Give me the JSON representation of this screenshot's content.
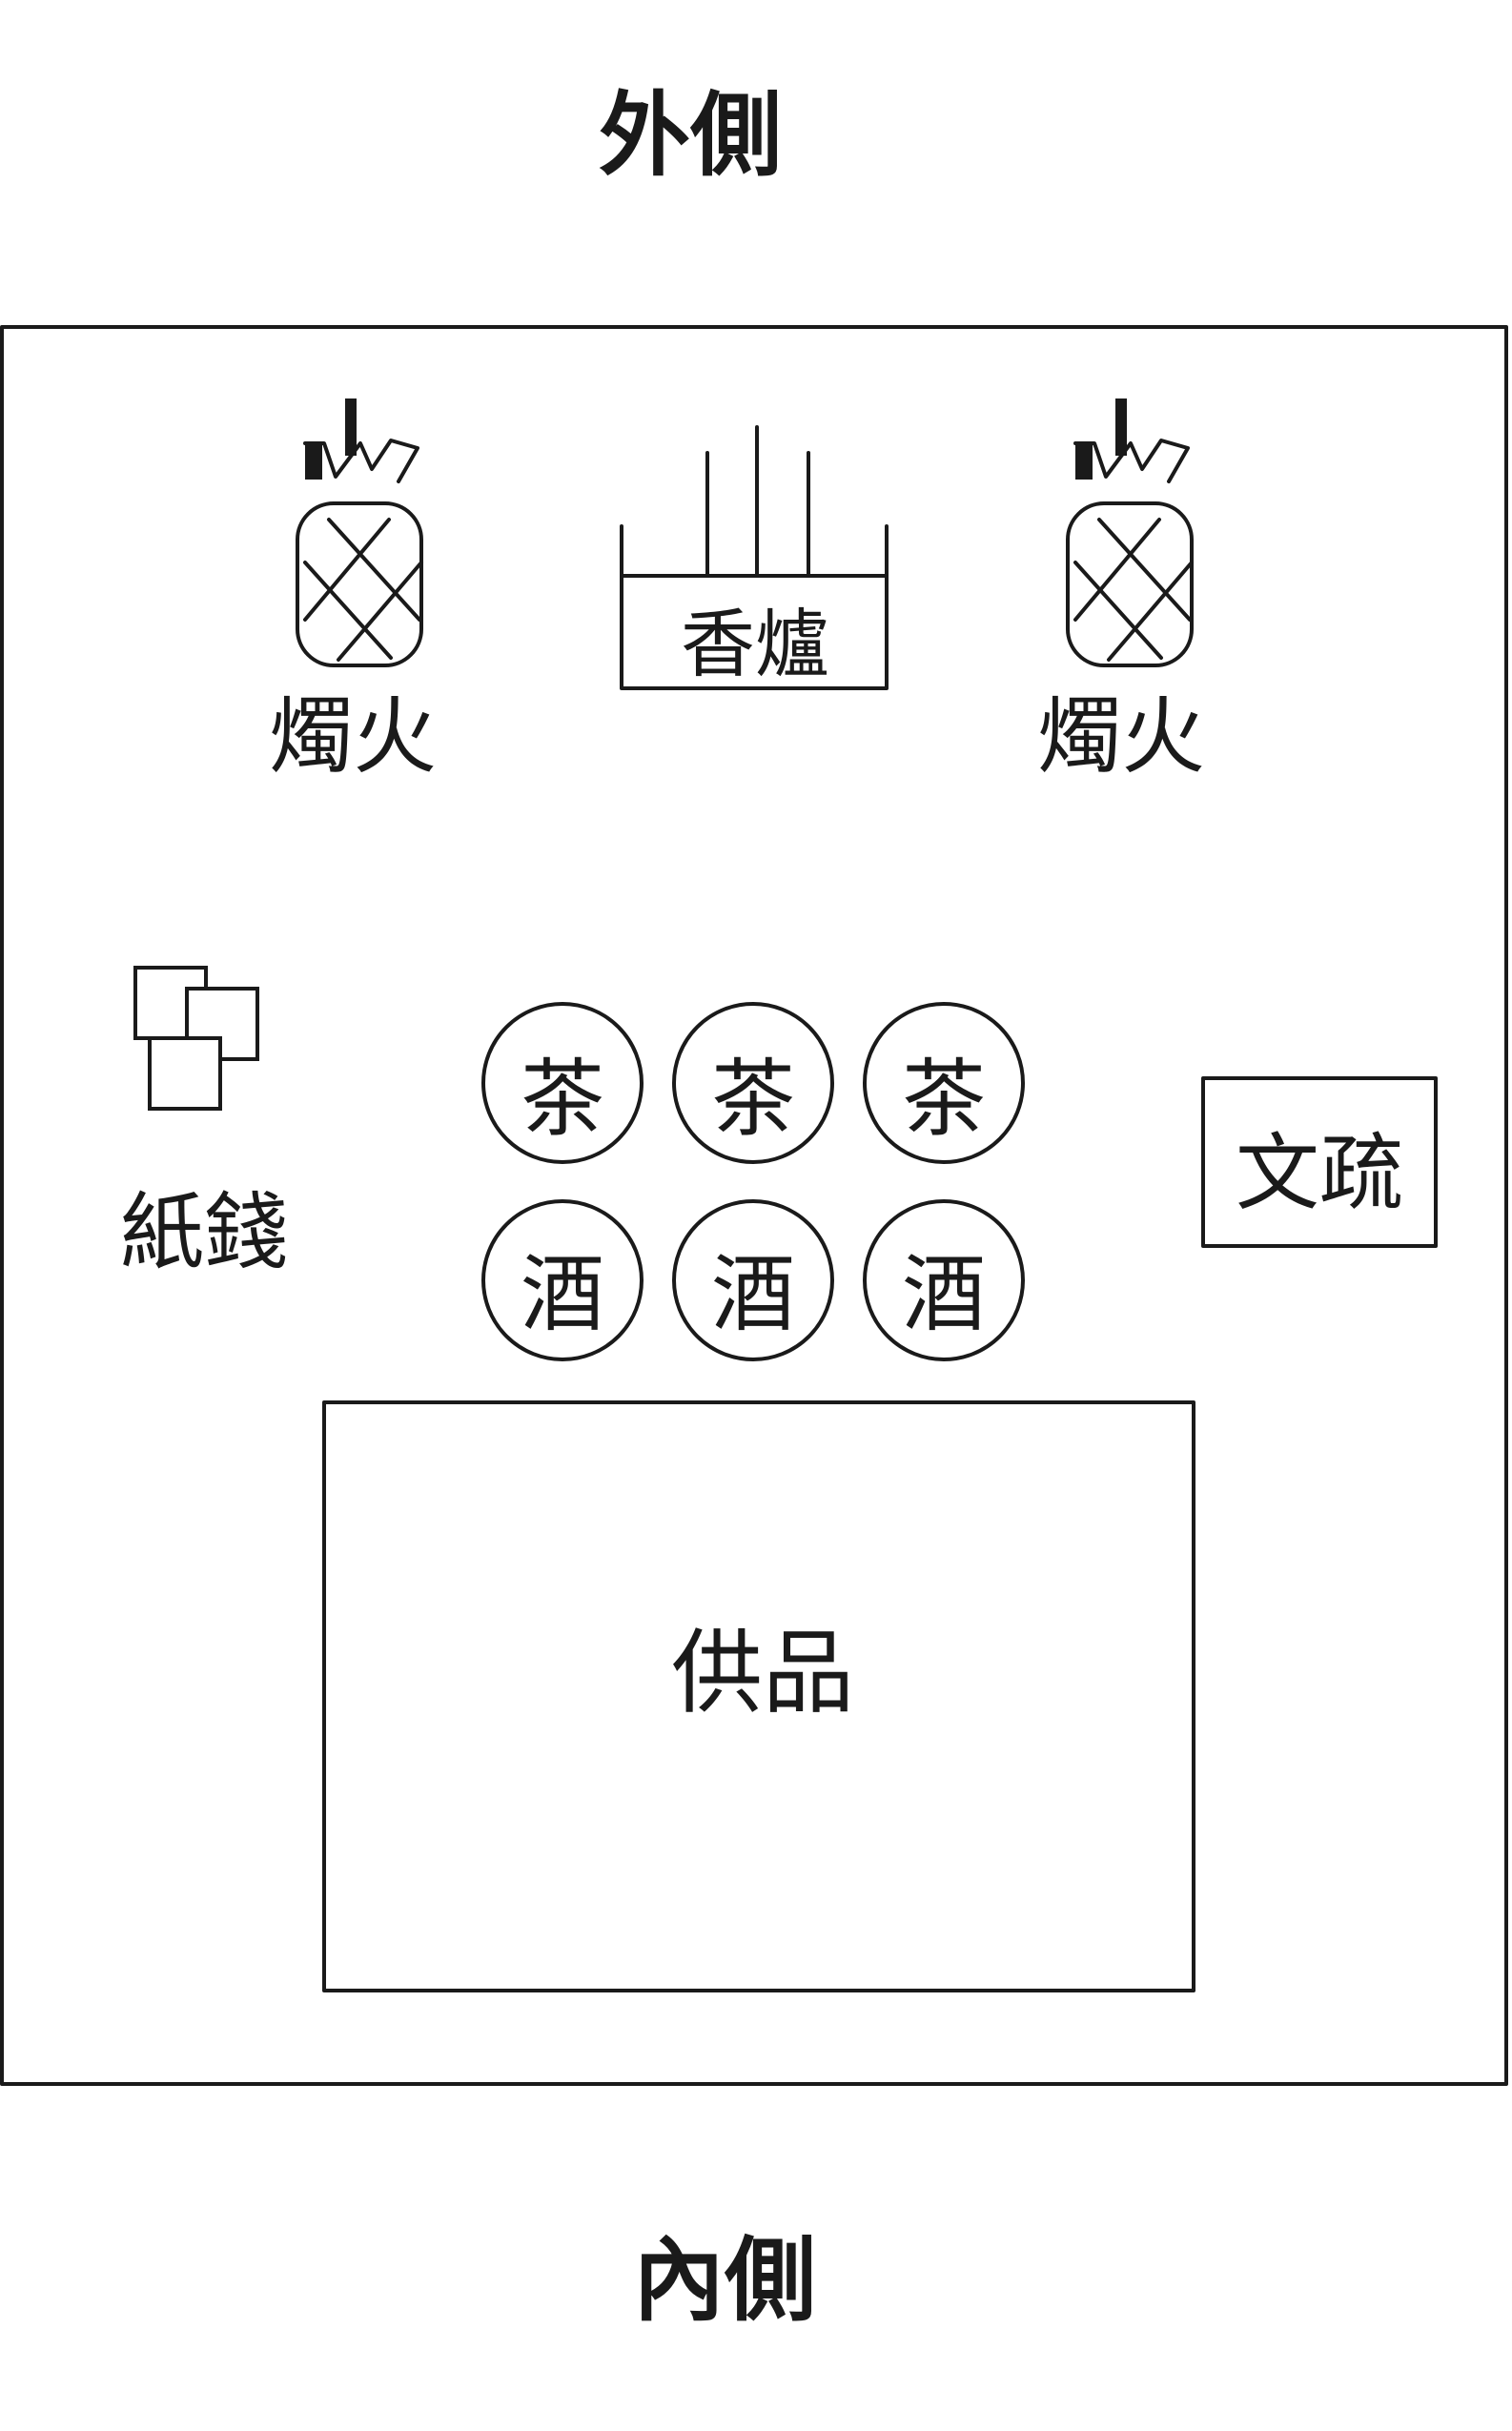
{
  "top_label": "外側",
  "bottom_label": "內側",
  "candles": [
    {
      "label": "燭火"
    },
    {
      "label": "燭火"
    }
  ],
  "incense_burner": {
    "label": "香爐"
  },
  "paper_money": {
    "label": "紙錢"
  },
  "document": {
    "label": "文疏"
  },
  "tea_cups": [
    "茶",
    "茶",
    "茶"
  ],
  "wine_cups": [
    "酒",
    "酒",
    "酒"
  ],
  "offerings": {
    "label": "供品"
  },
  "colors": {
    "line": "#1a1a1a",
    "background": "#ffffff"
  },
  "icons": [
    "pineapple-candle-icon",
    "incense-burner-icon",
    "paper-money-icon"
  ]
}
